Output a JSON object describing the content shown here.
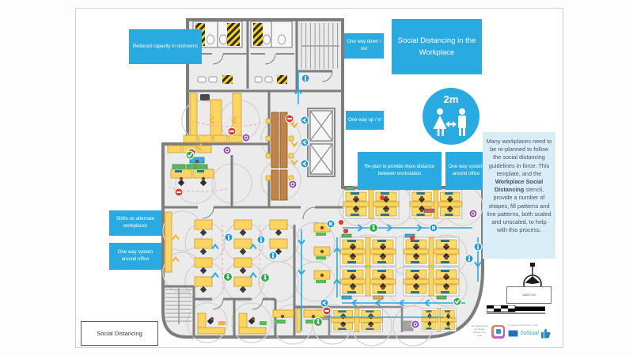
{
  "page": {
    "title": "Social Distancing in the Workplace",
    "plan_label": "Social Distancing"
  },
  "callouts": {
    "restrooms": "Reduced capacity in restrooms",
    "one_way_down": "One way down \\ out",
    "one_way_up": "One way up / in",
    "replan": "Re-plan to provide more distance between workstation",
    "one_way_right": "One way system around office",
    "shifts": "Shifts on alternate workplaces",
    "one_way_left": "One way system around office"
  },
  "distance_sign": {
    "label": "2m"
  },
  "description": {
    "before": "Many workplaces need to be re-planned to follow the social distancing guidelines in force. This template, and the ",
    "bold": "Workplace Social Distancing",
    "after": " stencil, provide a number of shapes, fill patterns and line patterns, both scaled and unscaled, to help with this process."
  },
  "scale_note": "Scale 1:50",
  "credits": {
    "note": "Art created with the Shape Designer for Visio",
    "created_by": "Created by David Parker, MVP",
    "brand": "bVisual"
  },
  "colors": {
    "accent_blue": "#29abe2",
    "desk_yellow": "#fcd462",
    "wall_gray": "#7d7d7d",
    "route_blue": "#29abe2",
    "badge_red": "#e03c31",
    "badge_purple": "#8e44ad",
    "badge_green": "#2fae49",
    "panel_bg": "#d9edf6",
    "hazard_yellow": "#f3cf1d"
  }
}
